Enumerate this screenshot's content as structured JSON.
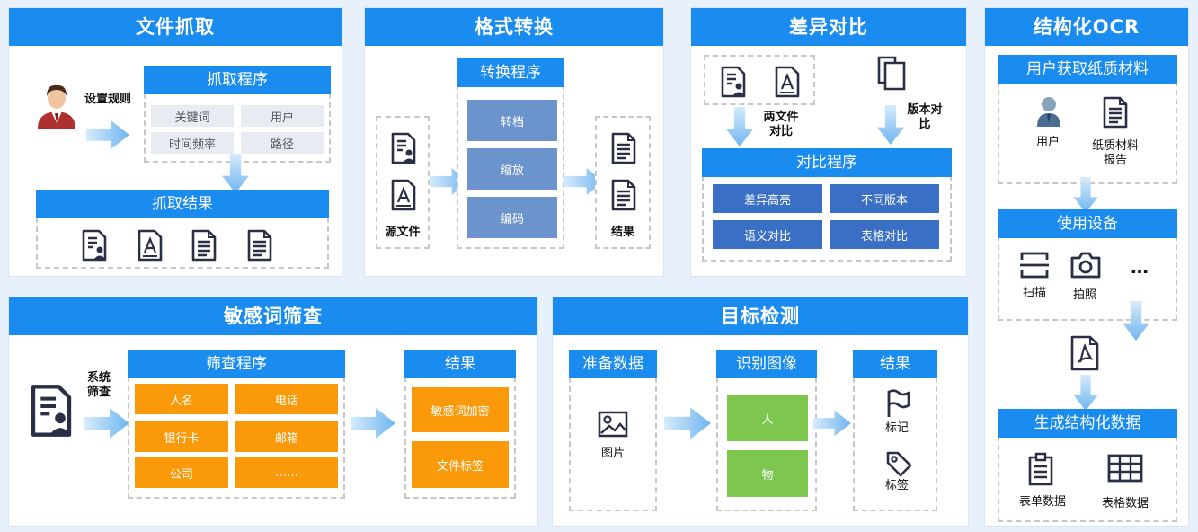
{
  "panels": {
    "file_capture": {
      "title": "文件抓取",
      "set_rules": "设置规则",
      "program_title": "抓取程序",
      "program_items": [
        "关键词",
        "用户",
        "时间频率",
        "路径"
      ],
      "result_title": "抓取结果"
    },
    "format_convert": {
      "title": "格式转换",
      "source_label": "源文件",
      "program_title": "转换程序",
      "program_items": [
        "转档",
        "缩放",
        "编码"
      ],
      "result_label": "结果"
    },
    "diff_compare": {
      "title": "差异对比",
      "two_files": "两文件\n对比",
      "version_compare": "版本对\n比",
      "program_title": "对比程序",
      "program_items": [
        "差异高亮",
        "不同版本",
        "语义对比",
        "表格对比"
      ]
    },
    "ocr": {
      "title": "结构化OCR",
      "step1_title": "用户获取纸质材料",
      "user_label": "用户",
      "paper_label": "纸质材料\n报告",
      "step2_title": "使用设备",
      "scan_label": "扫描",
      "photo_label": "拍照",
      "more_label": "…",
      "step3_title": "生成结构化数据",
      "form_label": "表单数据",
      "table_label": "表格数据"
    },
    "sensitive": {
      "title": "敏感词筛查",
      "system_label": "系统\n筛查",
      "program_title": "筛查程序",
      "program_items": [
        "人名",
        "电话",
        "银行卡",
        "邮箱",
        "公司",
        "……"
      ],
      "result_title": "结果",
      "result_items": [
        "敏感词加密",
        "文件标签"
      ]
    },
    "detection": {
      "title": "目标检测",
      "prepare_title": "准备数据",
      "image_label": "图片",
      "recognize_title": "识别图像",
      "recognize_items": [
        "人",
        "物"
      ],
      "result_title": "结果",
      "mark_label": "标记",
      "tag_label": "标签"
    }
  },
  "colors": {
    "title_blue": "#1a8cf0",
    "arrow_blue": "#8cc4f2",
    "grey_cell": "#e8ecf2",
    "steel_cell": "#6b93cc",
    "navy_cell": "#3a6fc6",
    "orange_cell": "#fa9a0b",
    "green_cell": "#7dc74f"
  }
}
